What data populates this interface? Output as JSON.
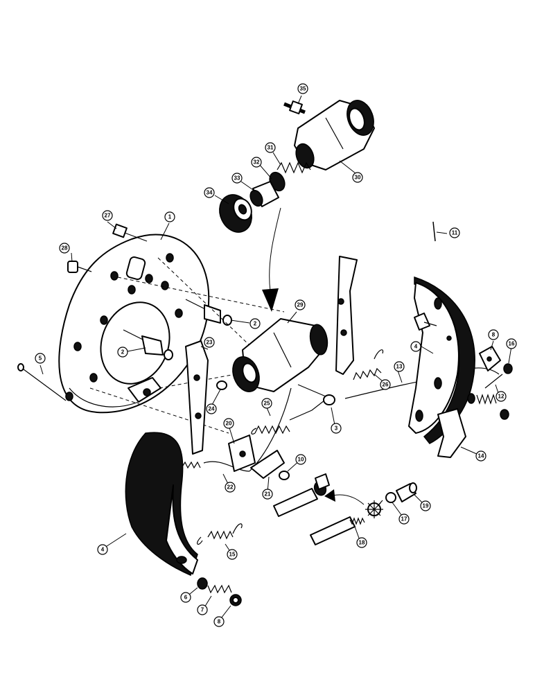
{
  "diagram": {
    "callouts": [
      {
        "id": "c35",
        "label": "35"
      },
      {
        "id": "c30",
        "label": "30"
      },
      {
        "id": "c31",
        "label": "31"
      },
      {
        "id": "c32",
        "label": "32"
      },
      {
        "id": "c33",
        "label": "33"
      },
      {
        "id": "c34",
        "label": "34"
      },
      {
        "id": "c27",
        "label": "27"
      },
      {
        "id": "c1",
        "label": "1"
      },
      {
        "id": "c28",
        "label": "28"
      },
      {
        "id": "c11",
        "label": "11"
      },
      {
        "id": "c2a",
        "label": "2"
      },
      {
        "id": "c2b",
        "label": "2"
      },
      {
        "id": "c29",
        "label": "29"
      },
      {
        "id": "c23",
        "label": "23"
      },
      {
        "id": "c4r",
        "label": "4"
      },
      {
        "id": "c8r",
        "label": "8"
      },
      {
        "id": "c16",
        "label": "16"
      },
      {
        "id": "c5",
        "label": "5"
      },
      {
        "id": "c24",
        "label": "24"
      },
      {
        "id": "c26",
        "label": "26"
      },
      {
        "id": "c13",
        "label": "13"
      },
      {
        "id": "c12",
        "label": "12"
      },
      {
        "id": "c25",
        "label": "25"
      },
      {
        "id": "c3",
        "label": "3"
      },
      {
        "id": "c20",
        "label": "20"
      },
      {
        "id": "c14",
        "label": "14"
      },
      {
        "id": "c10",
        "label": "10"
      },
      {
        "id": "c22",
        "label": "22"
      },
      {
        "id": "c21",
        "label": "21"
      },
      {
        "id": "c19",
        "label": "19"
      },
      {
        "id": "c17",
        "label": "17"
      },
      {
        "id": "c18",
        "label": "18"
      },
      {
        "id": "c4l",
        "label": "4"
      },
      {
        "id": "c15",
        "label": "15"
      },
      {
        "id": "c6",
        "label": "6"
      },
      {
        "id": "c7",
        "label": "7"
      },
      {
        "id": "c8l",
        "label": "8"
      }
    ]
  }
}
